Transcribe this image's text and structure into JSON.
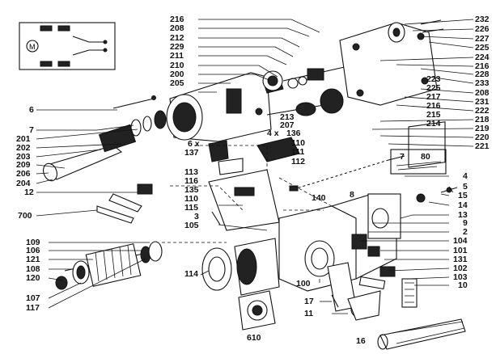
{
  "labels": {
    "l216a": "216",
    "l208a": "208",
    "l212": "212",
    "l229": "229",
    "l211": "211",
    "l210": "210",
    "l200": "200",
    "l205": "205",
    "l6": "6",
    "l7": "7",
    "l201": "201",
    "l202": "202",
    "l203": "203",
    "l209": "209",
    "l206": "206",
    "l204": "204",
    "l12": "12",
    "l213": "213",
    "l207": "207",
    "l136": "136",
    "l4x": "4 x",
    "l6x": "6 x",
    "l137": "137",
    "l110a": "110",
    "l111": "111",
    "l112": "112",
    "l113": "113",
    "l116": "116",
    "l135": "135",
    "l110b": "110",
    "l115": "115",
    "l3": "3",
    "l105": "105",
    "l140": "140",
    "l700": "700",
    "l232": "232",
    "l226": "226",
    "l227": "227",
    "l225a": "225",
    "l224": "224",
    "l216b": "216",
    "l228": "228",
    "l223": "223",
    "l225b": "225",
    "l233": "233",
    "l208b": "208",
    "l231": "231",
    "l217": "217",
    "l216c": "216",
    "l215": "215",
    "l214": "214",
    "l222": "222",
    "l218": "218",
    "l219": "219",
    "l220": "220",
    "l221": "221",
    "l7b": "7",
    "l80": "80",
    "l4": "4",
    "l8": "8",
    "l5": "5",
    "l15": "15",
    "l14": "14",
    "l13": "13",
    "l9": "9",
    "l2": "2",
    "l104": "104",
    "l101": "101",
    "l131": "131",
    "l102": "102",
    "l103": "103",
    "l10": "10",
    "l109": "109",
    "l106": "106",
    "l121": "121",
    "l108": "108",
    "l120": "120",
    "l107": "107",
    "l117": "117",
    "l114": "114",
    "l100": "100",
    "l17": "17",
    "l11": "11",
    "l610": "610",
    "l16": "16"
  }
}
